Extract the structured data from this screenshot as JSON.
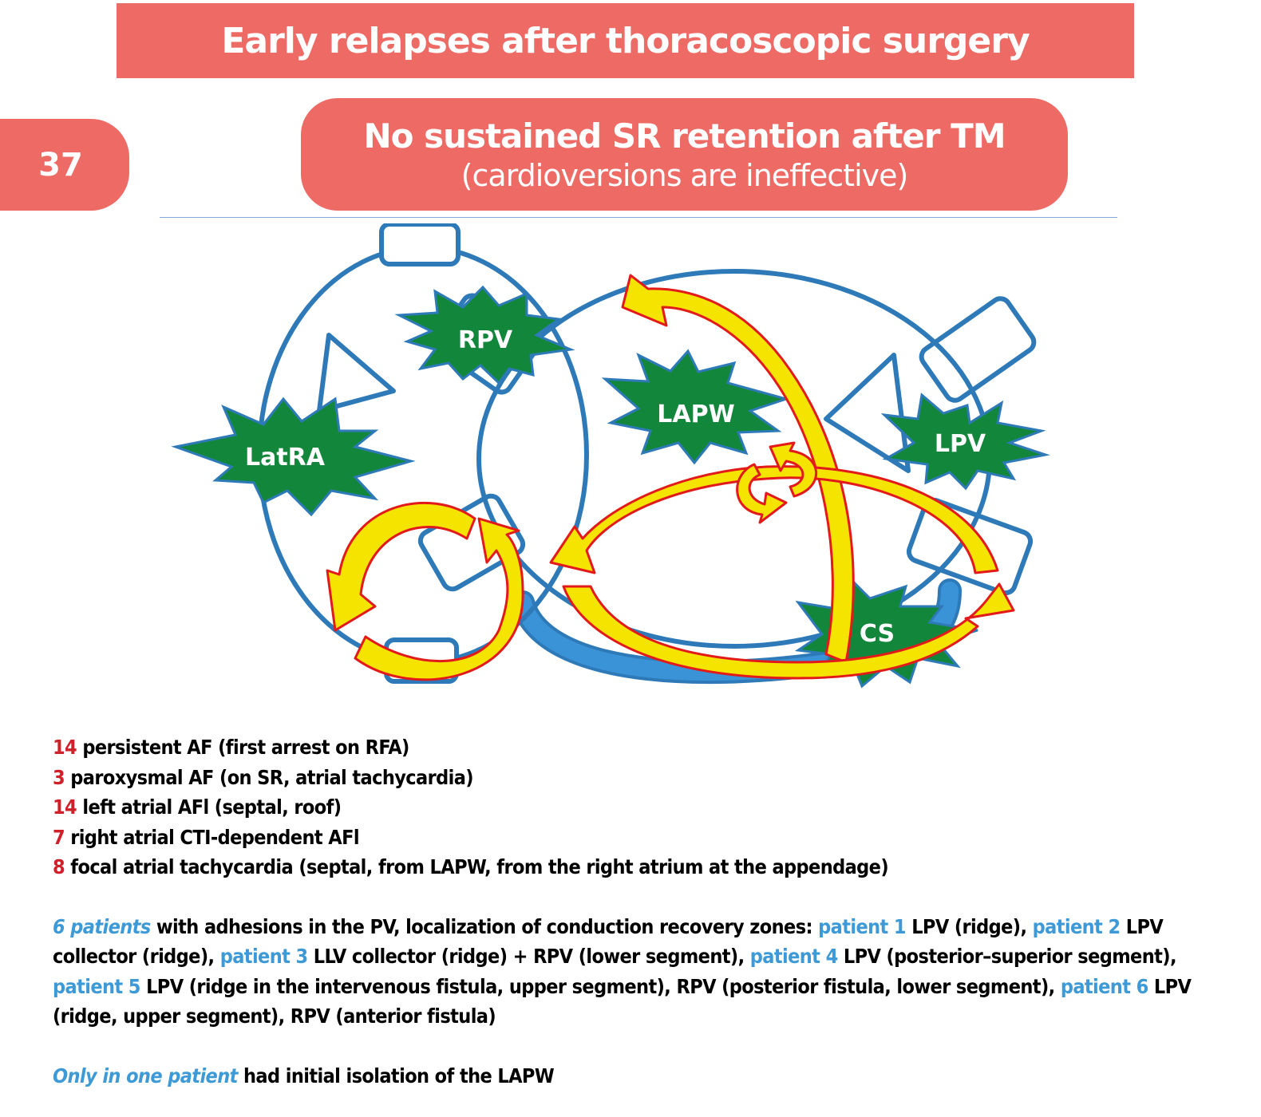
{
  "header": {
    "title": "Early relapses after thoracoscopic surgery",
    "count": "37",
    "headline_main": "No sustained SR retention after TM",
    "headline_sub": "(cardioversions are ineffective)"
  },
  "diagram": {
    "labels": {
      "rpv": "RPV",
      "latra": "LatRA",
      "lapw": "LAPW",
      "lpv": "LPV",
      "cs": "CS"
    },
    "colors": {
      "outline": "#2e7ab8",
      "vessel": "#3a93d6",
      "star_fill": "#12873c",
      "arrow_fill": "#f5e400",
      "arrow_stroke": "#e21a1a"
    }
  },
  "findings": [
    {
      "count": "14",
      "text": "persistent AF (first arrest on RFA)"
    },
    {
      "count": "3",
      "text": "paroxysmal AF (on SR, atrial tachycardia)"
    },
    {
      "count": "14",
      "text": "left atrial AFl (septal, roof)"
    },
    {
      "count": "7",
      "text": "right atrial CTI-dependent AFl"
    },
    {
      "count": "8",
      "text": "focal atrial tachycardia (septal, from LAPW, from the right atrium at the appendage)"
    }
  ],
  "adhesions": {
    "lead": "6 patients",
    "intro": "with adhesions in the PV, localization of conduction recovery zones:",
    "patients": [
      {
        "label": "patient 1",
        "text": "LPV (ridge),"
      },
      {
        "label": "patient 2",
        "text": "LPV collector (ridge),"
      },
      {
        "label": "patient 3",
        "text": "LLV collector (ridge) + RPV (lower segment),"
      },
      {
        "label": "patient 4",
        "text": "LPV (posterior–superior segment),"
      },
      {
        "label": "patient 5",
        "text": "LPV (ridge in the intervenous fistula, upper segment), RPV (posterior fistula, lower segment),"
      },
      {
        "label": "patient 6",
        "text": "LPV (ridge, upper segment), RPV (anterior fistula)"
      }
    ]
  },
  "footer": {
    "lead": "Only in one patient",
    "text": "had initial isolation of the LAPW"
  }
}
